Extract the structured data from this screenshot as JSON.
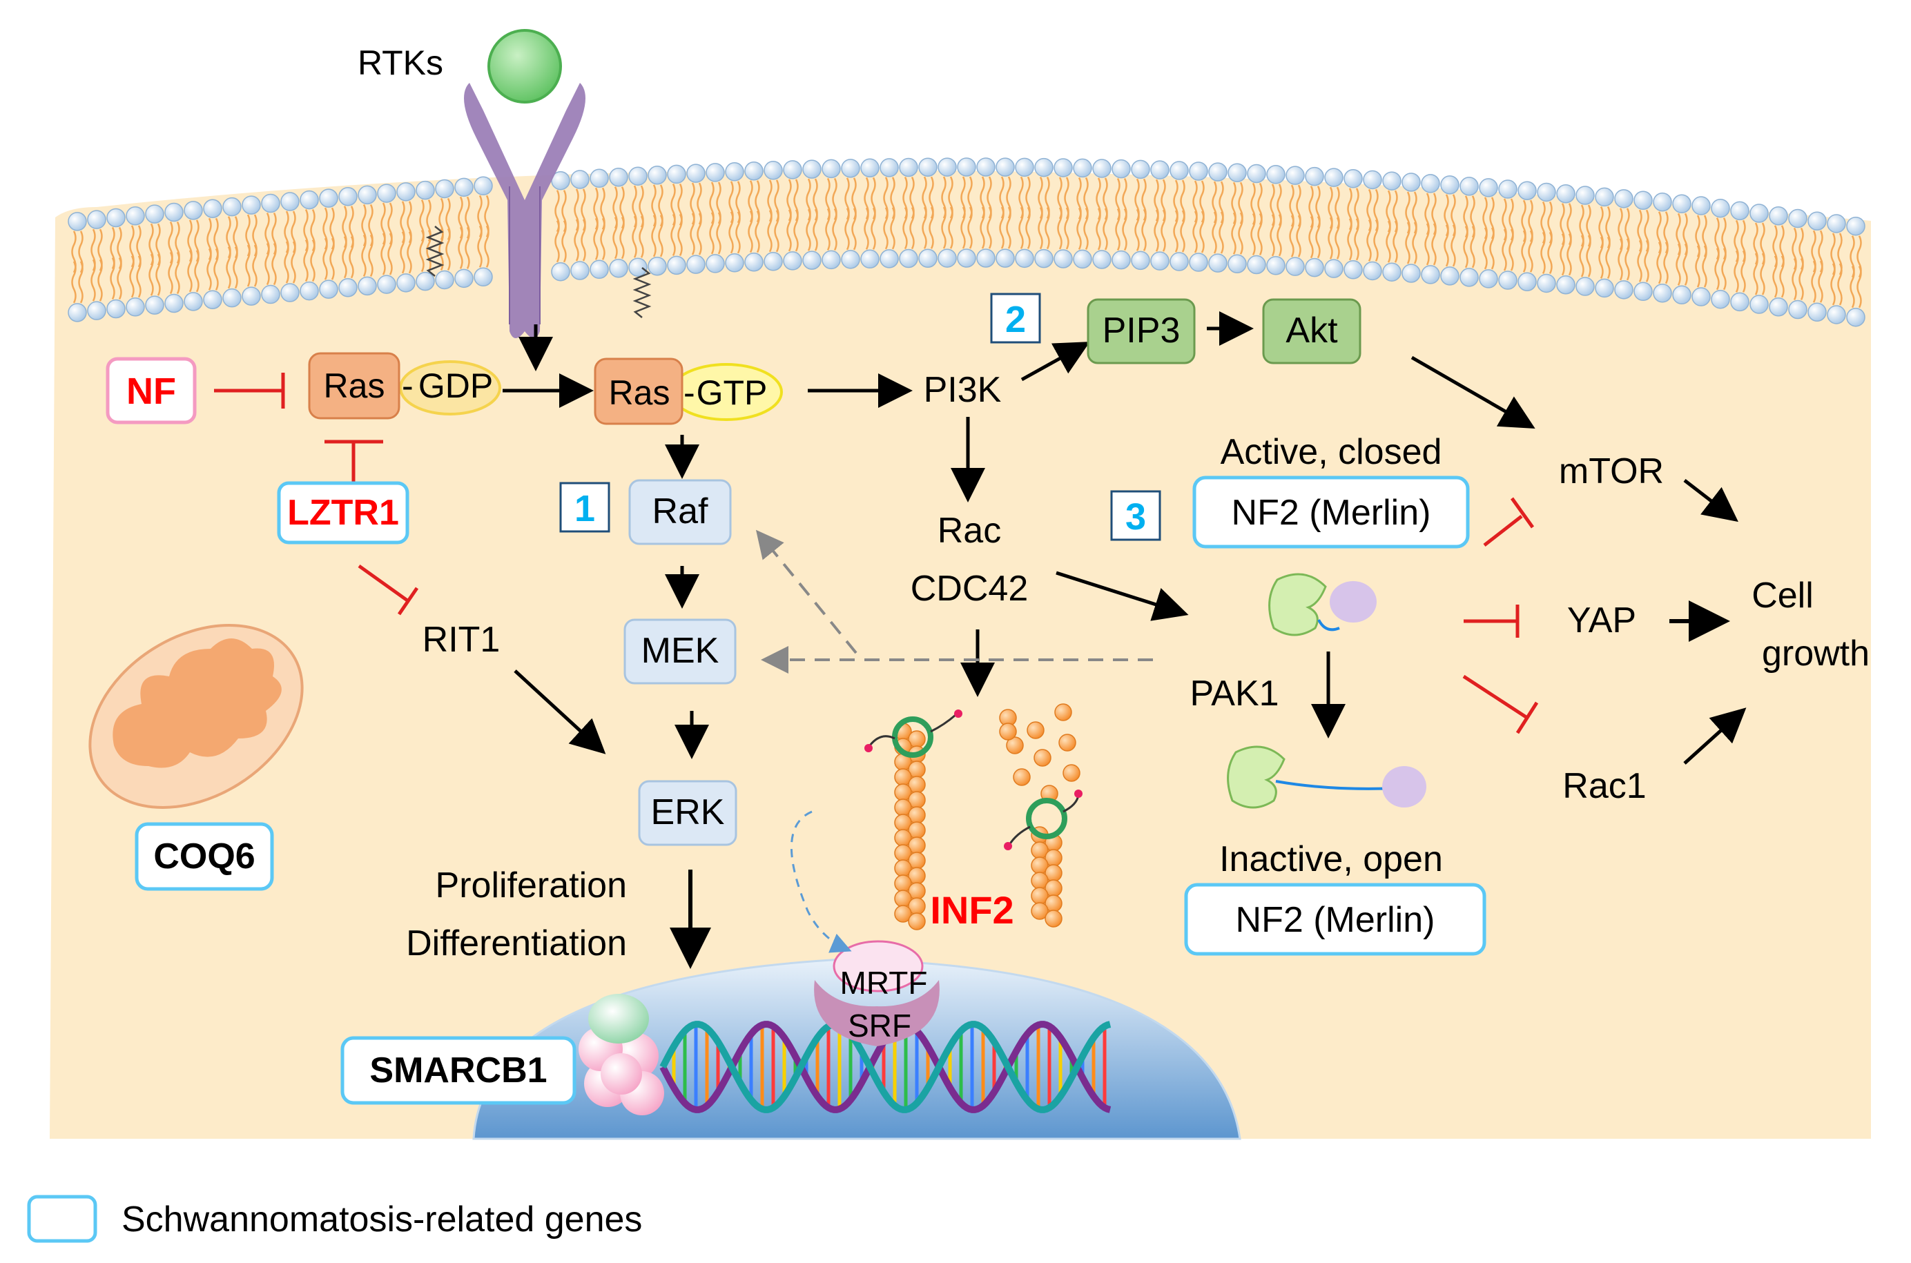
{
  "labels": {
    "rtks": "RTKs",
    "nf": "NF",
    "ras_1": "Ras",
    "gdp": "GDP",
    "ras_2": "Ras",
    "gtp": "GTP",
    "pi3k": "PI3K",
    "pip3": "PIP3",
    "akt": "Akt",
    "mtor": "mTOR",
    "lztr1": "LZTR1",
    "raf": "Raf",
    "mek": "MEK",
    "erk": "ERK",
    "rit1": "RIT1",
    "rac": "Rac",
    "cdc42": "CDC42",
    "active_closed": "Active, closed",
    "nf2_active": "NF2 (Merlin)",
    "pak1": "PAK1",
    "inactive_open": "Inactive, open",
    "nf2_inactive": "NF2 (Merlin)",
    "yap": "YAP",
    "rac1": "Rac1",
    "cell_growth_1": "Cell",
    "cell_growth_2": "growth",
    "proliferation": "Proliferation",
    "differentiation": "Differentiation",
    "inf2": "INF2",
    "mrtf": "MRTF",
    "srf": "SRF",
    "smarcb1": "SMARCB1",
    "coq6": "COQ6",
    "num_1": "1",
    "num_2": "2",
    "num_3": "3"
  },
  "legend": {
    "text": "Schwannomatosis-related genes"
  },
  "colors": {
    "cytoplasm": "#fdebc9",
    "membrane_head": "#b9d4ea",
    "membrane_tail": "#f2a857",
    "receptor": "#9c7fb7",
    "ligand": "#7fd080",
    "ras_box": "#f4b183",
    "kinase_box": "#dce8f5",
    "pi3k_pathway_box": "#a9d18e",
    "gene_outline": "#5bc8f5",
    "gene_text_red": "#ff0000",
    "inhibit_red": "#e02020",
    "nucleus": "#7fb0dc",
    "actin": "#f8a65a",
    "mito": "#f4b183"
  }
}
